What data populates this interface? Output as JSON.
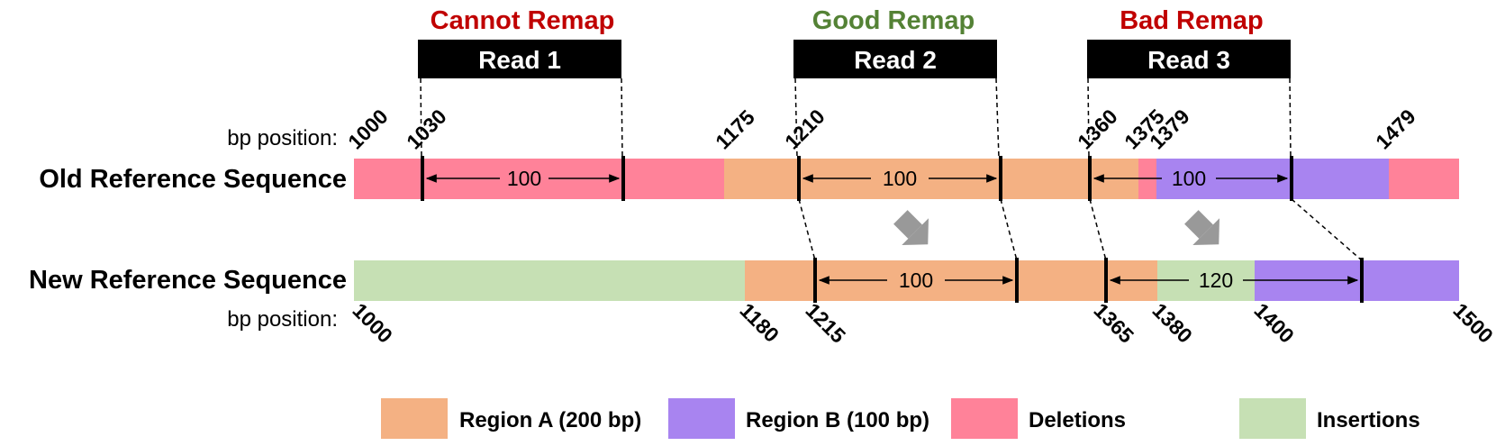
{
  "outcomes": {
    "read1": "Cannot Remap",
    "read2": "Good Remap",
    "read3": "Bad Remap"
  },
  "reads": [
    "Read 1",
    "Read 2",
    "Read 3"
  ],
  "rows": {
    "old": "Old Reference Sequence",
    "new": "New Reference Sequence",
    "bp_label": "bp position:"
  },
  "old_positions": [
    "1000",
    "1030",
    "1175",
    "1210",
    "1360",
    "1375",
    "1379",
    "1479"
  ],
  "new_positions": [
    "1000",
    "1180",
    "1215",
    "1365",
    "1380",
    "1400",
    "1500"
  ],
  "lengths": {
    "read1_old": "100",
    "read2_old": "100",
    "read3_old": "100",
    "read2_new": "100",
    "read3_new": "120"
  },
  "legend": [
    {
      "label": "Region A (200 bp)",
      "color": "#F4B183"
    },
    {
      "label": "Region B (100 bp)",
      "color": "#A884F0"
    },
    {
      "label": "Deletions",
      "color": "#FF8299"
    },
    {
      "label": "Insertions",
      "color": "#C6E0B4"
    }
  ],
  "colors": {
    "region_a": "#F4B183",
    "region_b": "#A884F0",
    "deletion": "#FF8299",
    "insertion": "#C6E0B4",
    "cannot_remap": "#C00000",
    "good_remap": "#548235",
    "bad_remap": "#C00000",
    "read_box": "#000000",
    "arrow": "#999999"
  }
}
